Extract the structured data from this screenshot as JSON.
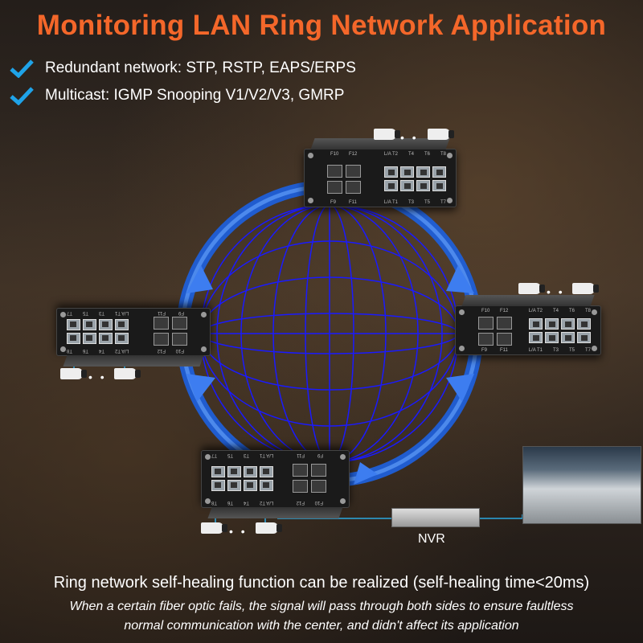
{
  "title": "Monitoring LAN Ring Network Application",
  "bullets": [
    "Redundant network: STP, RSTP, EAPS/ERPS",
    "Multicast: IGMP Snooping V1/V2/V3, GMRP"
  ],
  "switch_labels": {
    "sfp_top": [
      "F10",
      "F12"
    ],
    "sfp_bottom": [
      "F9",
      "F11"
    ],
    "ports_top": [
      "L/A T2",
      "T4",
      "T6",
      "T8"
    ],
    "ports_bottom": [
      "L/A T1",
      "T3",
      "T5",
      "T7"
    ]
  },
  "nvr_label": "NVR",
  "caption": "Ring network self-healing function can be realized (self-healing time<20ms)",
  "description": [
    "When a certain fiber optic fails, the signal will pass through both sides to ensure faultless",
    "normal communication with the center, and didn't affect its application"
  ],
  "colors": {
    "title": "#f4672a",
    "ring": "#2f6fe0",
    "globe": "#1a1aff",
    "check": "#1fa3e8"
  }
}
